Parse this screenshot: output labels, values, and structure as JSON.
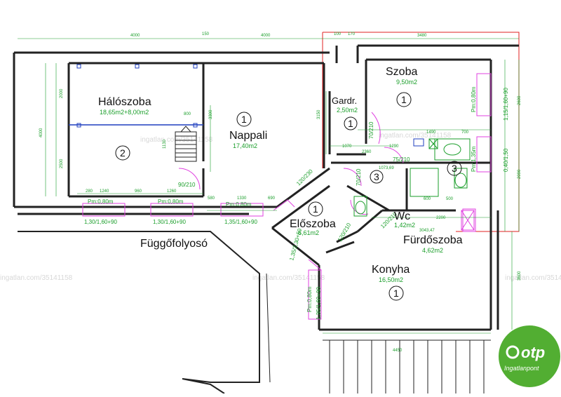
{
  "rooms": {
    "haloszoba": {
      "name": "Hálószoba",
      "area": "18,65m2+8,00m2",
      "num": "2"
    },
    "nappali": {
      "name": "Nappali",
      "area": "17,40m2",
      "num": "1"
    },
    "gardrob": {
      "name": "Gardr.",
      "area": "2,50m2",
      "num": "1"
    },
    "szoba": {
      "name": "Szoba",
      "area": "9,50m2",
      "num": "1"
    },
    "eloszoba": {
      "name": "Előszoba",
      "area": "6,61m2",
      "num": "1"
    },
    "wc": {
      "name": "Wc",
      "area": "1,42m2",
      "num": "3"
    },
    "furdoszoba": {
      "name": "Fürdőszoba",
      "area": "4,62m2",
      "num": "3"
    },
    "konyha": {
      "name": "Konyha",
      "area": "16,50m2",
      "num": "1"
    }
  },
  "corridor": "Függőfolyosó",
  "windows": {
    "w1_pm": "Pm:0,80m",
    "w1_size": "1,30/1,60+90",
    "w2_pm": "Pm:0,80m",
    "w2_size": "1,30/1,60+90",
    "w3_pm": "Pm:0,80m",
    "w3_size": "1,35/1,60+90",
    "entry_size": "1,35/2,30+50",
    "konyha_pm": "Pm:0,80m",
    "konyha_size": "1,35/1,60+90",
    "szoba_pm": "Pm:0,80m",
    "szoba_size": "1,15/1,60+90",
    "furdo_pm": "Pm:1,35m",
    "furdo_size": "0,40/1,50"
  },
  "doors": {
    "d1": "90/210",
    "d2": "120/230",
    "d3": "120/210",
    "d4": "75/210",
    "d5": "70/210",
    "d6": "70/210",
    "d7": "120/210"
  },
  "dims": {
    "top1": "4000",
    "top2": "150",
    "top3": "4000",
    "top4": "100",
    "top5": "170",
    "top6": "3480",
    "left1": "4000",
    "left2": "2000",
    "left3": "2500",
    "right1": "2600",
    "right2": "2090",
    "right3": "3600",
    "bottom": "4450",
    "n1": "280",
    "n2": "1240",
    "n3": "960",
    "n4": "1260",
    "n5": "580",
    "n6": "1330",
    "n7": "690",
    "n8": "800",
    "n9": "3300",
    "n10": "1130",
    "n11": "3150",
    "n12": "1070",
    "n13": "2360",
    "n14": "1290",
    "n15": "1490",
    "n16": "700",
    "n17": "2200",
    "n18": "3043,47",
    "n19": "1073,69",
    "n20": "600",
    "n21": "500"
  },
  "watermarks": [
    "ingatlan.com/35141158",
    "ingatlan.com/35141158",
    "ingatlan.com/35141158",
    "ingatlan.com/35141158",
    "ingatlan.com/35141158"
  ],
  "logo": {
    "brand": "otp",
    "sub": "Ingatlanpont",
    "color": "#52ae32"
  },
  "colors": {
    "wall": "#222222",
    "dim": "#1a9e2a",
    "win": "#e040e0",
    "red": "#e02020",
    "blue": "#1f3fbf"
  }
}
